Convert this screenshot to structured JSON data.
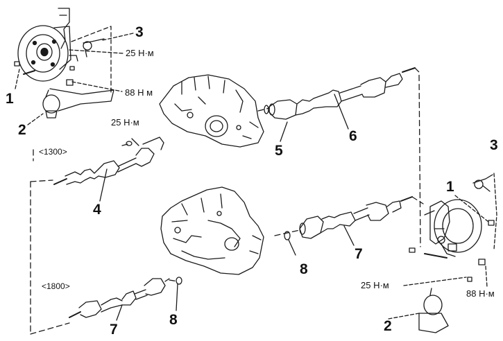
{
  "diagram": {
    "callouts": {
      "tie_rod_end_upper": "3",
      "nut_upper": "1",
      "ball_joint_upper": "2",
      "tie_rod_end_right": "3",
      "nut_right": "1",
      "ball_joint_right": "2",
      "shaft_1300": "4",
      "seal_1300": "5",
      "shaft_right_1300": "6",
      "shaft_right_1800": "7",
      "shaft_left_1800": "7",
      "seal_1800_right": "8",
      "seal_1800_left": "8"
    },
    "torques": {
      "upper_nut": "25 Н·м",
      "upper_bolt": "88 Н м",
      "shaft_bolt": "25 Н·м",
      "right_nut": "25 Н·м",
      "right_bolt": "88 Н·м"
    },
    "variants": {
      "small_engine": "<1300>",
      "large_engine": "<1800>"
    },
    "colors": {
      "ink": "#1a1a1a",
      "paper": "#ffffff"
    }
  }
}
